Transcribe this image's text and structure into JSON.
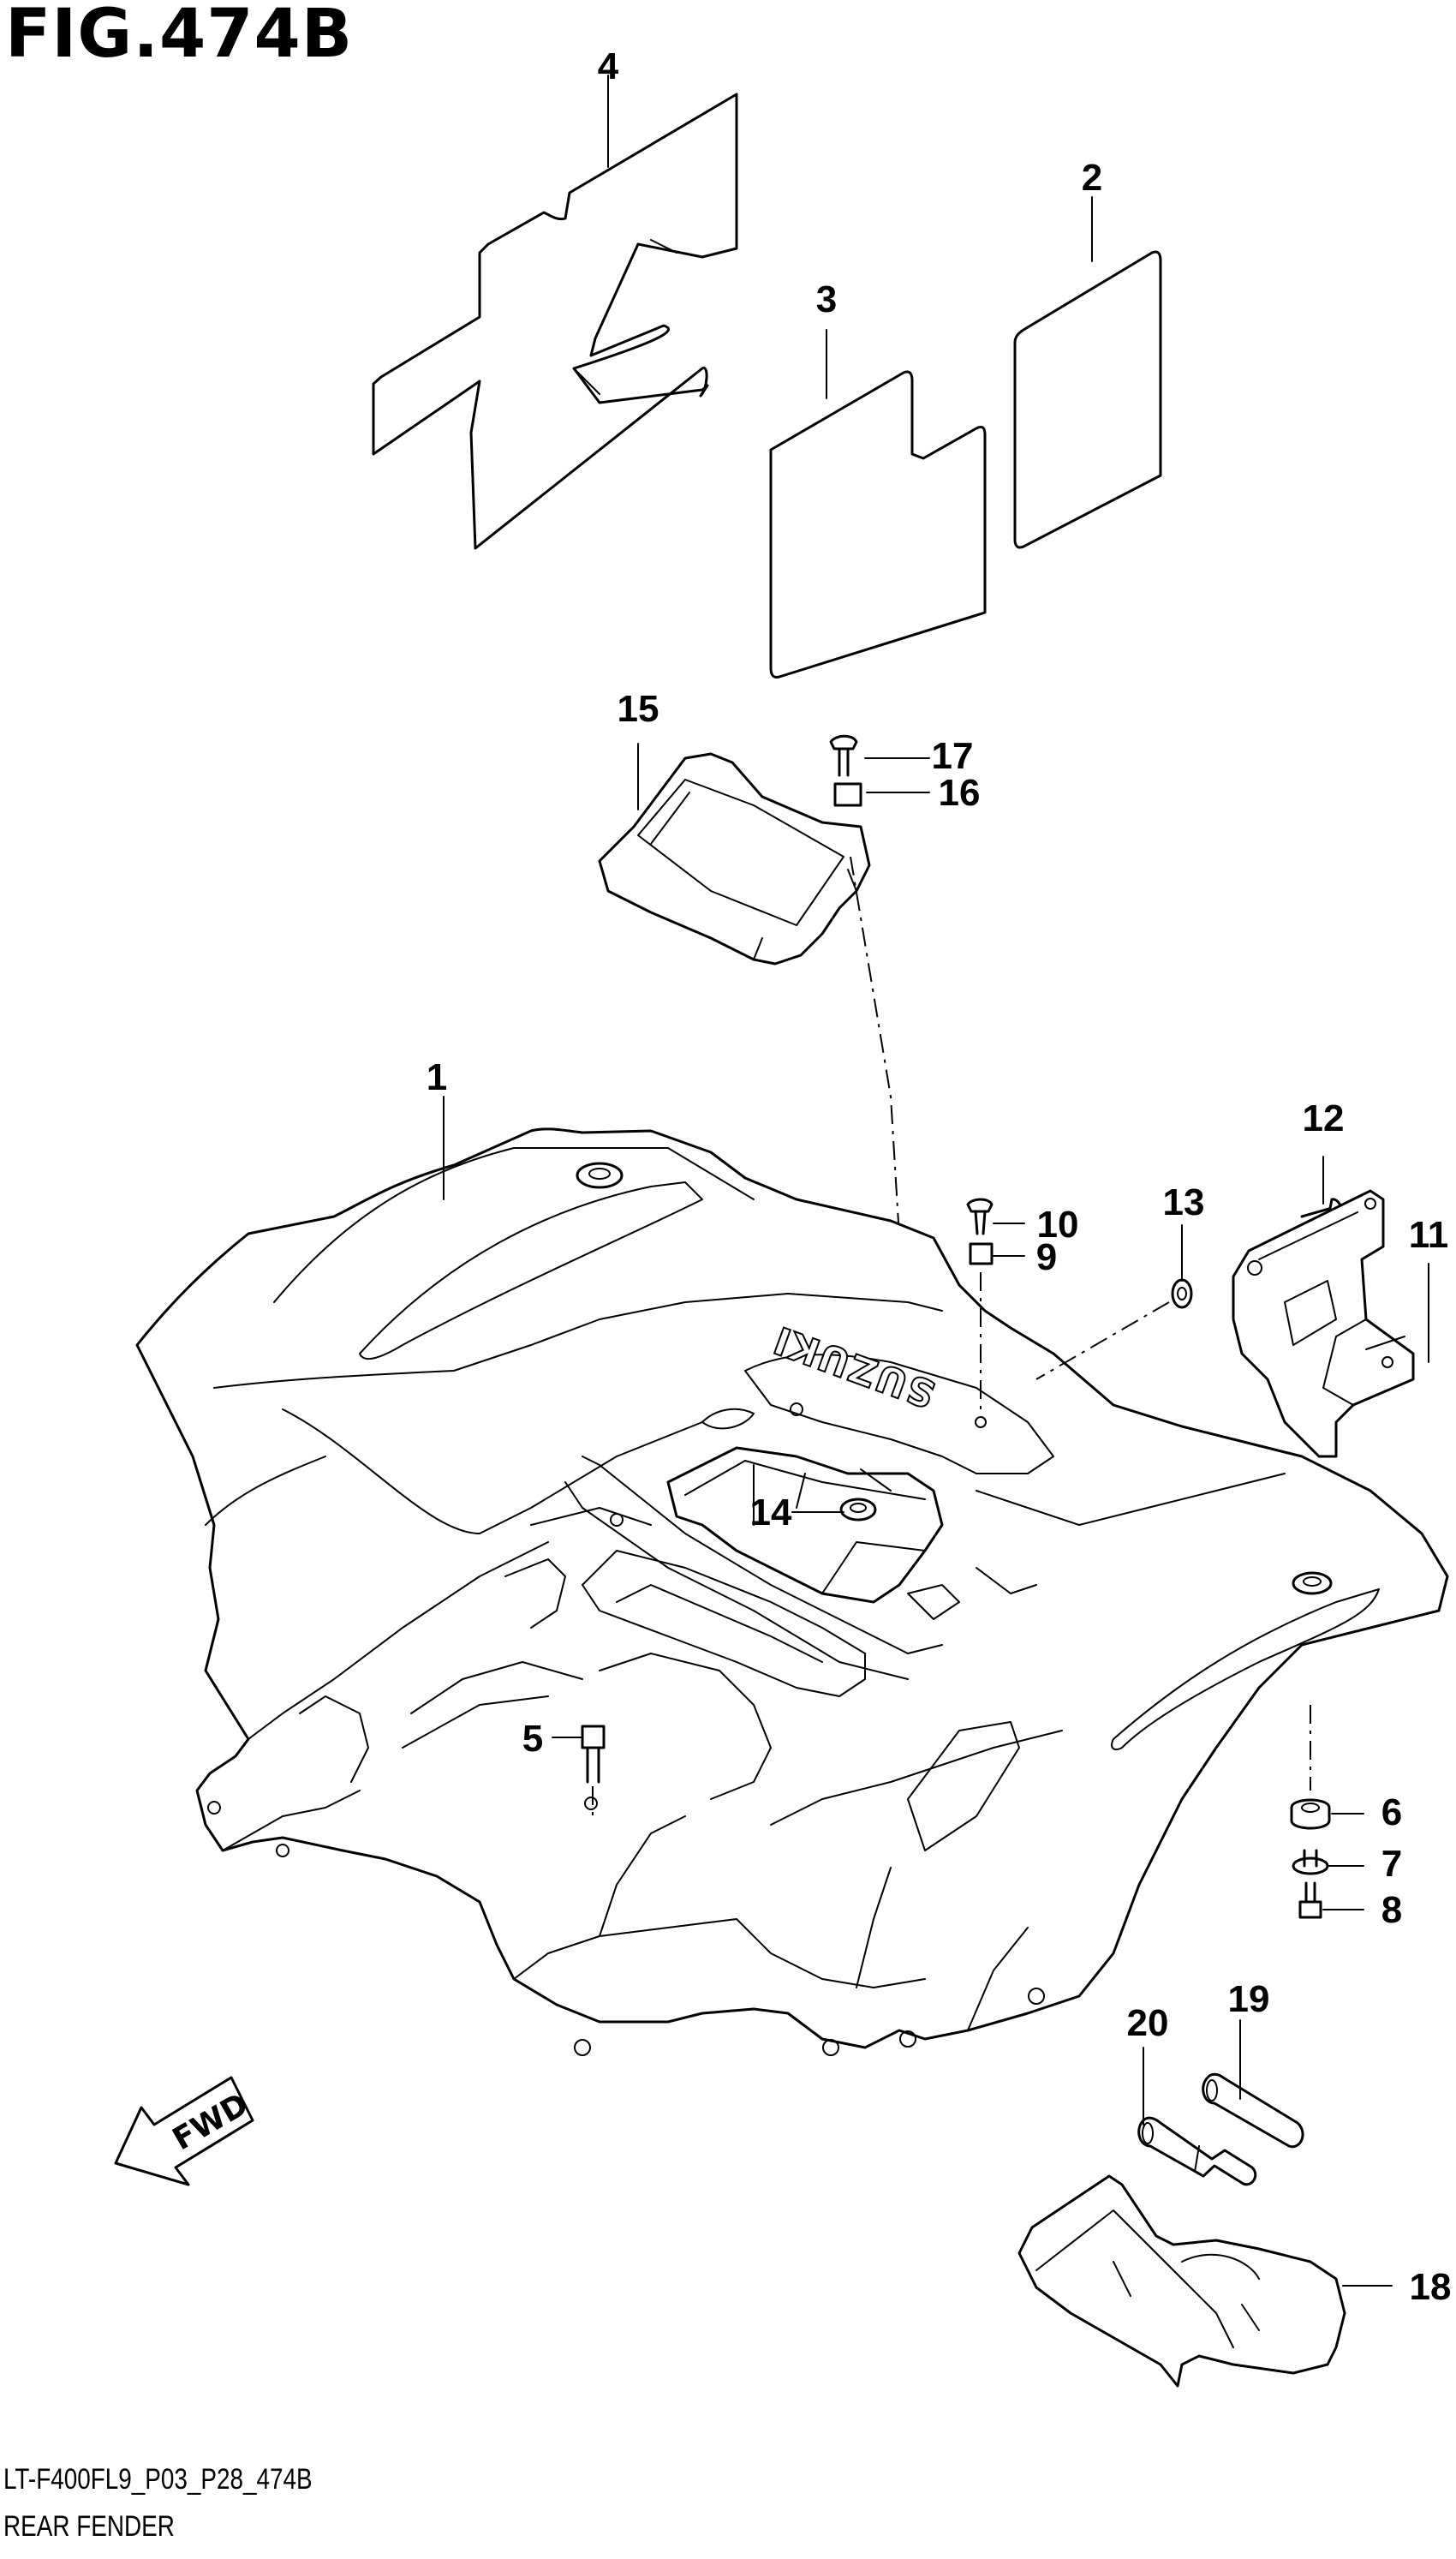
{
  "figure": {
    "title": "FIG.474B"
  },
  "footer": {
    "code": "LT-F400FL9_P03_P28_474B",
    "name": "REAR FENDER"
  },
  "fwd_label": "FWD",
  "brand_text": "SUZUKI",
  "callouts": [
    {
      "id": "1",
      "label": "1"
    },
    {
      "id": "2",
      "label": "2"
    },
    {
      "id": "3",
      "label": "3"
    },
    {
      "id": "4",
      "label": "4"
    },
    {
      "id": "5",
      "label": "5"
    },
    {
      "id": "6",
      "label": "6"
    },
    {
      "id": "7",
      "label": "7"
    },
    {
      "id": "8",
      "label": "8"
    },
    {
      "id": "9",
      "label": "9"
    },
    {
      "id": "10",
      "label": "10"
    },
    {
      "id": "11",
      "label": "11"
    },
    {
      "id": "12",
      "label": "12"
    },
    {
      "id": "13",
      "label": "13"
    },
    {
      "id": "14",
      "label": "14"
    },
    {
      "id": "15",
      "label": "15"
    },
    {
      "id": "16",
      "label": "16"
    },
    {
      "id": "17",
      "label": "17"
    },
    {
      "id": "18",
      "label": "18"
    },
    {
      "id": "19",
      "label": "19"
    },
    {
      "id": "20",
      "label": "20"
    }
  ]
}
